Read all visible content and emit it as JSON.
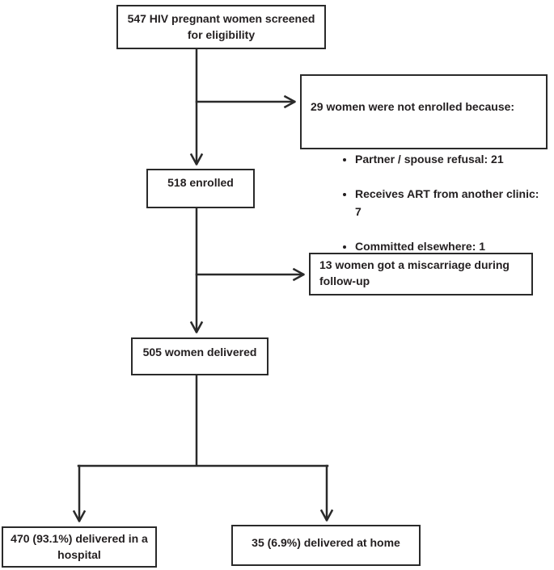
{
  "figure": {
    "type": "participant-flow-diagram",
    "boxes": {
      "screened": "547 HIV pregnant women screened\nfor eligibility",
      "not_enrolled_title": "29 women were not enrolled because:",
      "not_enrolled_bullets": [
        "Partner / spouse refusal: 21",
        "Receives ART from another clinic: 7",
        "Committed elsewhere: 1"
      ],
      "enrolled": "518 enrolled",
      "miscarriage": "13 women got a miscarriage during\nfollow-up",
      "delivered": "505 women delivered",
      "hospital": "470 (93.1%) delivered in a\nhospital",
      "home": "35 (6.9%) delivered at home"
    },
    "counts": {
      "screened": 547,
      "not_enrolled": 29,
      "partner_refusal": 21,
      "art_other_clinic": 7,
      "committed_elsewhere": 1,
      "enrolled": 518,
      "miscarriage": 13,
      "delivered": 505,
      "delivered_hospital": 470,
      "delivered_hospital_pct": "93.1%",
      "delivered_home": 35,
      "delivered_home_pct": "6.9%"
    },
    "colors": {
      "line": "#2a2a2a",
      "border": "#2a2a2a",
      "text": "#231f20",
      "background": "#ffffff"
    }
  }
}
